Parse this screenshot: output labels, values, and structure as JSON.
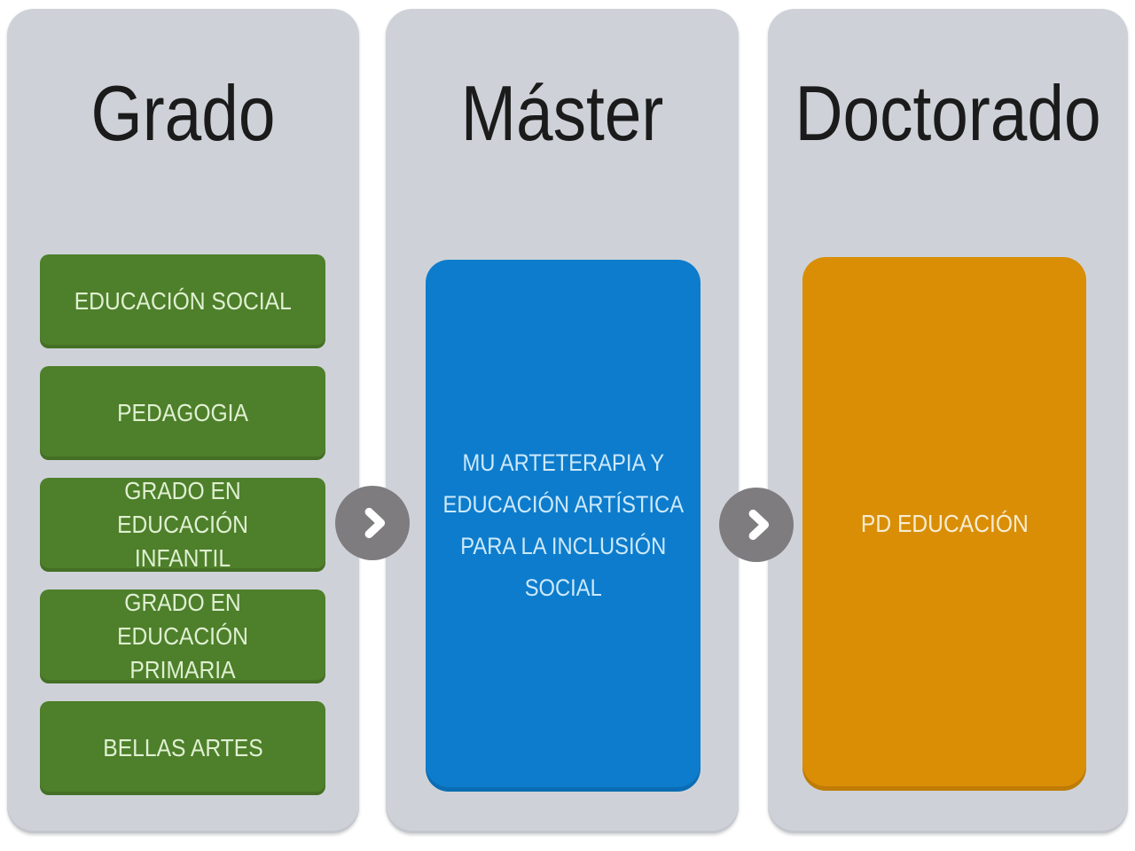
{
  "colors": {
    "background": "#ffffff",
    "panel": "#ced2d8",
    "title_text": "#1b1b1b",
    "grado_box": "#4e7f2a",
    "grado_text": "#dff0d2",
    "master_box": "#0d7ccc",
    "master_text": "#cde9fb",
    "doctorado_box": "#d98e06",
    "doctorado_text": "#f6ecd2",
    "arrow_circle": "#7f7c7f",
    "arrow_glyph": "#ffffff"
  },
  "columns": [
    {
      "title": "Grado",
      "items": [
        "EDUCACIÓN SOCIAL",
        "PEDAGOGIA",
        "GRADO EN EDUCACIÓN\nINFANTIL",
        "GRADO EN EDUCACIÓN\nPRIMARIA",
        "BELLAS ARTES"
      ]
    },
    {
      "title": "Máster",
      "items": [
        "MU ARTETERAPIA Y\nEDUCACIÓN ARTÍSTICA\nPARA LA INCLUSIÓN\nSOCIAL"
      ]
    },
    {
      "title": "Doctorado",
      "items": [
        "PD EDUCACIÓN"
      ]
    }
  ],
  "arrows": [
    {
      "icon": "chevron-right-icon",
      "from": "Grado",
      "to": "Máster"
    },
    {
      "icon": "chevron-right-icon",
      "from": "Máster",
      "to": "Doctorado"
    }
  ]
}
